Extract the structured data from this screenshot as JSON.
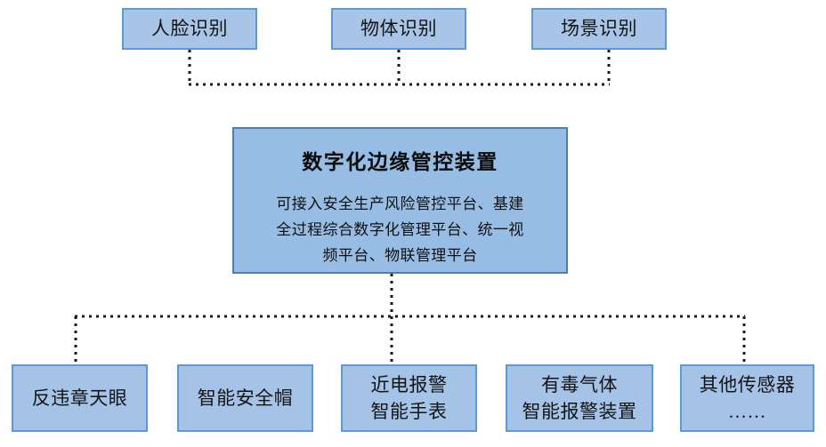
{
  "diagram": {
    "type": "hierarchy-tree",
    "title_text": "数字化边缘管控装置",
    "connector_style": "dotted",
    "connector_color": "#1a1a1a",
    "colors": {
      "node_fill": "#A6C5E8",
      "node_border": "#5B9BD5",
      "hub_fill": "#98BDE4",
      "hub_border": "#4A7EB5",
      "text": "#141414",
      "background": "#FFFFFF"
    }
  },
  "top_row": {
    "items": [
      {
        "id": "face-recognition",
        "label": "人脸识别"
      },
      {
        "id": "object-recognition",
        "label": "物体识别"
      },
      {
        "id": "scene-recognition",
        "label": "场景识别"
      }
    ]
  },
  "hub": {
    "title": "数字化边缘管控装置",
    "body": "可接入安全生产风险管控平台、基建\n全过程综合数字化管理平台、统一视\n频平台、物联管理平台"
  },
  "bottom_row": {
    "items": [
      {
        "id": "anti-violation-eye",
        "label": "反违章天眼"
      },
      {
        "id": "smart-helmet",
        "label": "智能安全帽"
      },
      {
        "id": "proximity-alarm-watch",
        "label": "近电报警\n智能手表"
      },
      {
        "id": "toxic-gas-alarm",
        "label": "有毒气体\n智能报警装置"
      },
      {
        "id": "other-sensors",
        "label": "其他传感器\n……"
      }
    ]
  }
}
